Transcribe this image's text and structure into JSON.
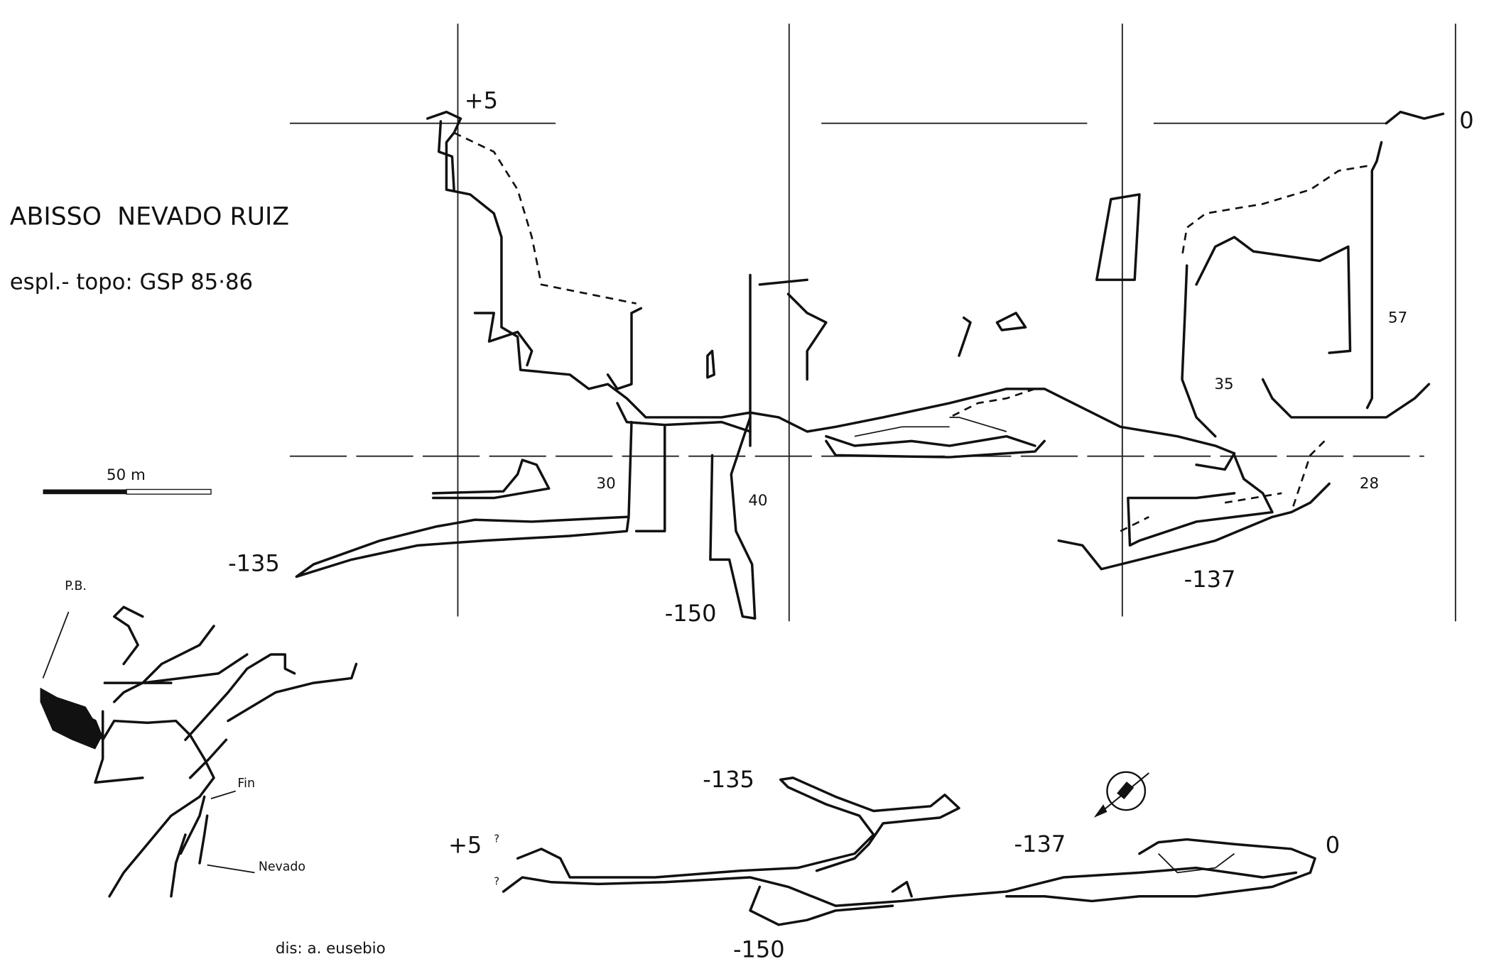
{
  "title": "ABISSO  NEVADO RUIZ",
  "credits": "espl.- topo: GSP 85·86",
  "author": "dis: a. eusebio",
  "scale_bar": {
    "label": "50 m"
  },
  "profile": {
    "depth_labels": [
      "+5",
      "0",
      "-135",
      "-150",
      "-137"
    ],
    "pitch_labels": [
      "30",
      "40",
      "35",
      "57",
      "28"
    ]
  },
  "plan": {
    "depth_labels": [
      "-135",
      "+5",
      "-137",
      "0",
      "-150"
    ],
    "uncertain_marks": [
      "?",
      "?"
    ]
  },
  "location_map": {
    "labels": [
      "P.B.",
      "Fin",
      "Nevado"
    ]
  },
  "colors": {
    "ink": "#111111",
    "paper": "#ffffff"
  }
}
